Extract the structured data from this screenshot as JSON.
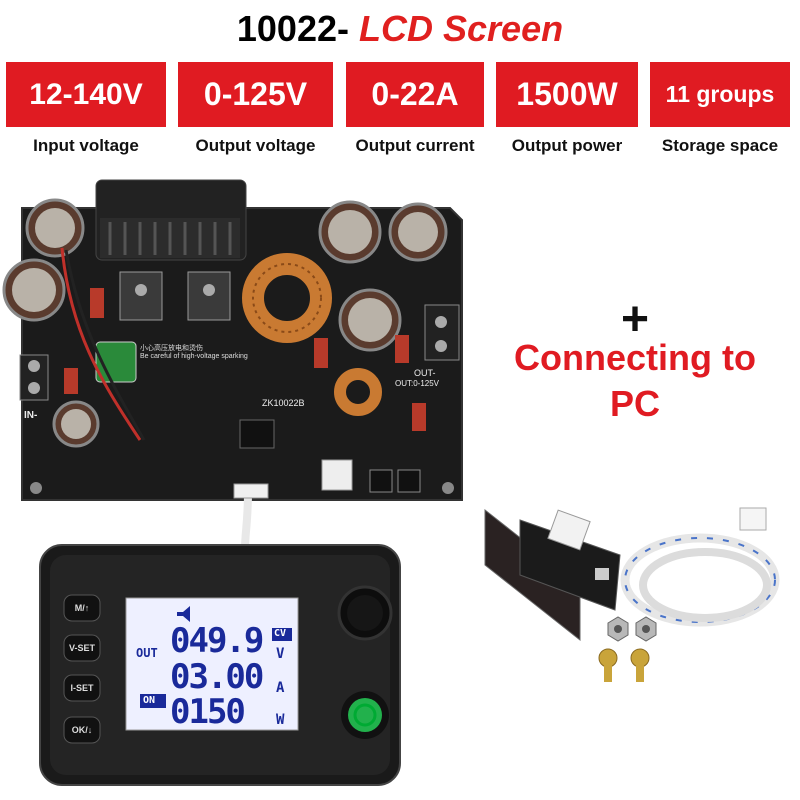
{
  "header": {
    "model": "10022-",
    "subtitle": "LCD Screen"
  },
  "specs": [
    {
      "value": "12-140V",
      "label": "Input voltage"
    },
    {
      "value": "0-125V",
      "label": "Output voltage"
    },
    {
      "value": "0-22A",
      "label": "Output current"
    },
    {
      "value": "1500W",
      "label": "Output power"
    },
    {
      "value": "11 groups",
      "label": "Storage space"
    }
  ],
  "accessory": {
    "plus": "+",
    "line1": "Connecting to",
    "line2": "PC"
  },
  "board": {
    "model_label": "ZK10022B",
    "out_label": "OUT-",
    "out_range": "OUT:0-125V",
    "in_label": "IN-",
    "warning_cn": "小心高压放电和烫伤",
    "warning_en": "Be careful of high-voltage sparking"
  },
  "display": {
    "buttons": [
      "M/↑",
      "V-SET",
      "I-SET",
      "OK/↓"
    ],
    "out_label": "OUT",
    "on_label": "ON",
    "mode": "CV",
    "voltage": "049.9",
    "voltage_unit": "V",
    "current": "03.00",
    "current_unit": "A",
    "power": "0150",
    "power_unit": "W"
  },
  "colors": {
    "accent": "#e01b22",
    "lcd_text": "#1a2a9a",
    "power_button": "#22b14c"
  }
}
